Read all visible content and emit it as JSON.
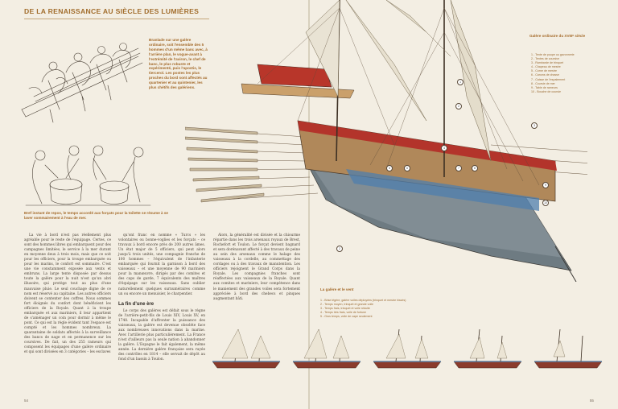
{
  "header": {
    "title": "DE LA RENAISSANCE AU SIÈCLE DES LUMIÈRES"
  },
  "captions": {
    "rowers": "Branlade sur une galère ordinaire, soit l'ensemble des 5 hommes d'un même banc avec, à l'arrière plan, le vogue-avant à l'extrémité de l'aviron, le chef de banc, le plus robuste et expérimenté, puis l'apostis, le tiercerol. Les postes les plus proches du bord sont affectés au quartenier et au quintenier, les plus chétifs des galériens.",
    "meal": "Bref instant de repos, le temps accordé aux forçats pour la toilette se résume à se laver sommairement à l'eau de mer."
  },
  "columns": {
    "col1": "La vie à bord n'est pas réellement plus agréable pour le reste de l'équipage. Certes, ce sont des hommes libres qui embarquent pour des campagnes limitées, le service à la mer durant en moyenne deux à trois mois, mais que ce soit pour les officiers, pour la troupe embarquée ou pour les marins, le confort est sommaire. C'est une vie constamment exposée aux vents et embruns. La large tente disposée par dessus toute la galère pour la nuit n'est qu'un abri illusoire, qui protège tout au plus d'une mauvaise pluie. Le seul couchage digne de ce nom est réservé au capitaine. Les autres officiers doivent se contenter des coffres. Nous sommes fort éloignés du confort dont bénéficient les officiers de la Royale. Quant à la troupe embarquée et aux mariniers, il leur appartient de s'aménager un coin pour dormir à même le pont. Ce qui est la règle évident tant l'espace est compté et les hommes nombreux. La quarantaine de soldats affectés à la surveillance des bancs de nage et en permanence sur les coursives. De fait, un des 255 rameurs qui composent les équipages d'une galère ordinaire et qui sont divisées en 3 catégories – les esclaves",
    "col2": "qu'ont franc en nomme « Turcs » les volontaires ou bonne-voglies et les forçats – ce travaux à bord encore près de 200 autres âmes. Un état major de 5 officiers, qui peut alors jusqu'à trois unités, une compagnie franche de 100 hommes – l'équivalent de l'infanterie embarquée qui fournit la garnison à bord des vaisseaux – et une moyenne de 90 mariniers pour la manœuvre, dirigés par des comites et des caps de garde, 7 équivalents des maîtres d'équipage sur les vaisseaux. Sans oublier naturellement quelques surnuméraires comme un ou encore un menuisier, le charpentier.",
    "col3": "Alors, la généralité est divisée et la chiourme répartie dans les trois arsenaux royaux de Brest, Rochefort et Toulon. Le forçat devient bagnard et sera dorénavant affecté à des travaux de peine au sein des arsenaux comme le halage des vaisseaux à la cordelle, au commettage des cordages ou à des travaux de manutention. Les officiers rejoignent le Grand Corps dans la Royale. Les compagnies franches sont réaffectées aux vaisseaux de la Royale. Quant aux comites et mariniers, leur compétence dans le maniement des grandes voiles sera fortement appréciée à bord des chebecs et pinques augmentant bâti."
  },
  "section": {
    "title": "La fin d'une ère",
    "text": "Le corps des galères est défait sous le règne de l'arrière-petit-fils de Louis XIV, Louis XV, en 1748. Incapable d'affronter la puissance des vaisseaux, la galère est devenue obsolète face aux nombreuses innovations dans la marine. Avec l'artillerie plus particulièrement. La France n'est d'ailleurs pas la seule nation à abandonner la galère. L'Espagne le fait également, la même année. La dernière galère française sera rayée des contrôles en 1814 – elle servait de dépôt au fond d'un bassin à Toulon."
  },
  "legend": {
    "title": "Galère ordinaire du XVIIIᵉ siècle",
    "items": [
      "1 - Tente de poupe ou gavonnerie",
      "2 - Tentes de coursive",
      "3 - Rambarde de trinquet",
      "4 - Chapeau de mestre",
      "5 - Corne de mestre",
      "6 - Canons de chasse",
      "7 - Caisse de l'espalement",
      "8 - Coursie de mer",
      "9 - Table de rameurs",
      "10 - Bouche de coursie"
    ]
  },
  "wind_section": {
    "title": "La galère et le vent",
    "items": [
      "1 - Brise légère, galère voiles déployées (trinquet et mestre hissés)",
      "2 - Temps moyen, trinquet et grande voile",
      "3 - Temps frais, trinquet et voile réduite",
      "4 - Temps très frais, voile de fortune",
      "5 - Gros temps, voile de cape seulement"
    ]
  },
  "callouts": [
    "1",
    "2",
    "3",
    "4",
    "5",
    "6",
    "7",
    "8",
    "9",
    "10"
  ],
  "page_numbers": {
    "left": "54",
    "right": "55"
  }
}
